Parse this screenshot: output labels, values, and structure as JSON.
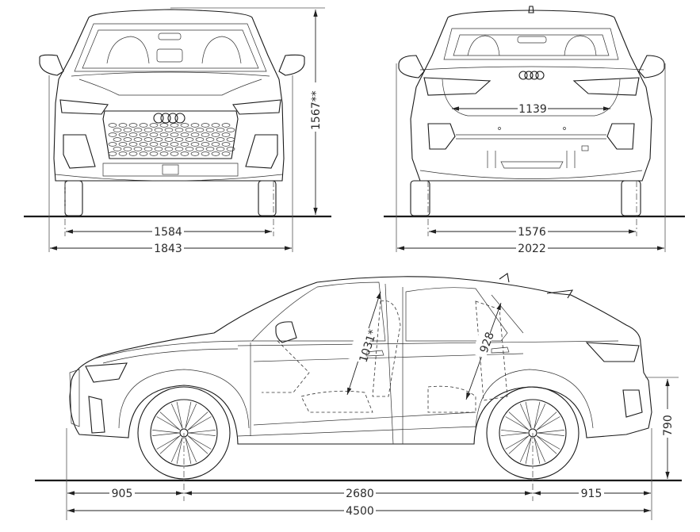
{
  "drawing": {
    "title": "Vehicle dimension drawing",
    "views": [
      "front",
      "rear",
      "side"
    ]
  },
  "front_view": {
    "overall_height_label": "1567**",
    "front_track_label": "1584",
    "overall_width_label": "1843"
  },
  "rear_view": {
    "tailgate_opening_width_label": "1139",
    "rear_track_label": "1576",
    "width_incl_mirrors_label": "2022"
  },
  "side_view": {
    "front_headroom_label": "1031*",
    "rear_headroom_label": "928",
    "loading_sill_height_label": "790",
    "front_overhang_label": "905",
    "wheelbase_label": "2680",
    "rear_overhang_label": "915",
    "overall_length_label": "4500"
  },
  "colors": {
    "line": "#1a1a1a",
    "dimension_text": "#2b2b2b",
    "background": "#ffffff"
  }
}
